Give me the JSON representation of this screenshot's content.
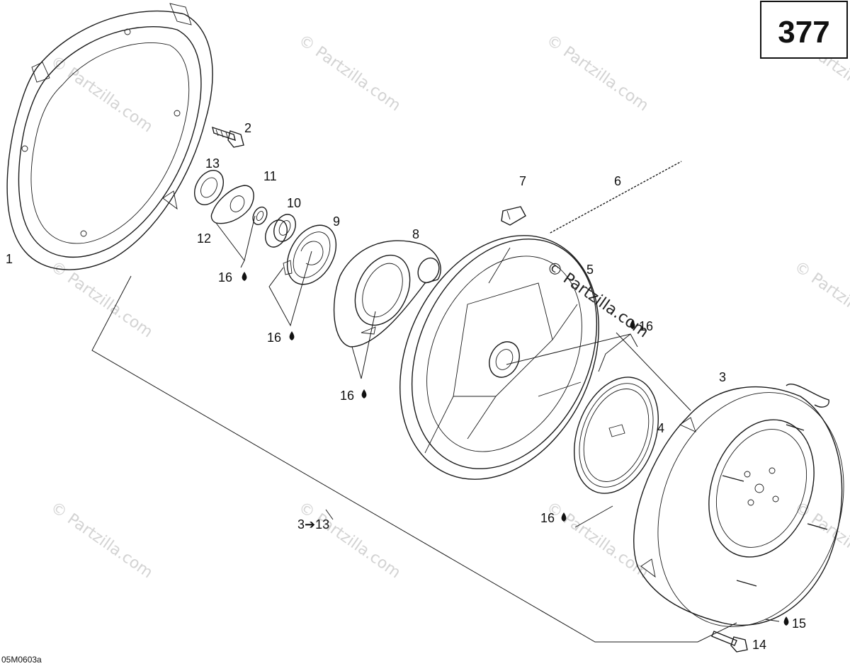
{
  "page_number": "377",
  "drawing_code": "05M0603a",
  "watermark": "© Partzilla.com",
  "callouts": [
    {
      "id": "c1",
      "text": "1"
    },
    {
      "id": "c2",
      "text": "2"
    },
    {
      "id": "c3",
      "text": "3"
    },
    {
      "id": "c4",
      "text": "4"
    },
    {
      "id": "c5",
      "text": "5"
    },
    {
      "id": "c6",
      "text": "6"
    },
    {
      "id": "c7",
      "text": "7"
    },
    {
      "id": "c8",
      "text": "8"
    },
    {
      "id": "c9",
      "text": "9"
    },
    {
      "id": "c10",
      "text": "10"
    },
    {
      "id": "c11",
      "text": "11"
    },
    {
      "id": "c12",
      "text": "12"
    },
    {
      "id": "c13",
      "text": "13"
    },
    {
      "id": "c14",
      "text": "14"
    },
    {
      "id": "c15",
      "text": "15"
    },
    {
      "id": "c16a",
      "text": "16"
    },
    {
      "id": "c16b",
      "text": "16"
    },
    {
      "id": "c16c",
      "text": "16"
    },
    {
      "id": "c16d",
      "text": "16"
    },
    {
      "id": "c16e",
      "text": "16"
    },
    {
      "id": "c3to13",
      "text": "3➔13"
    }
  ]
}
